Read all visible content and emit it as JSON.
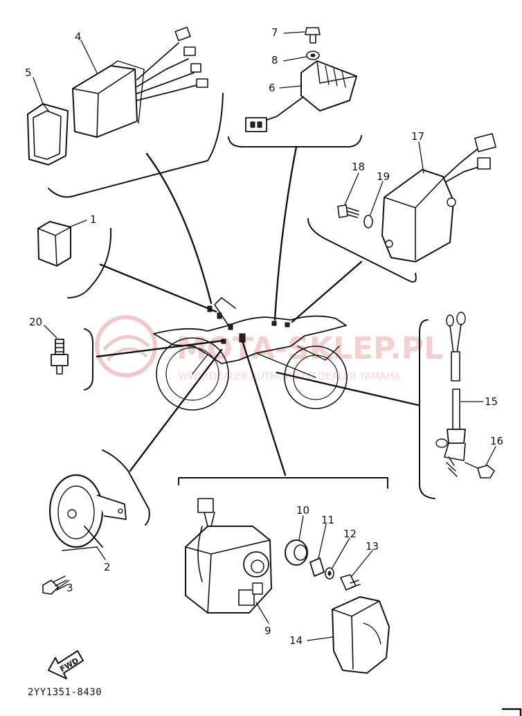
{
  "diagram": {
    "callouts": [
      "1",
      "2",
      "3",
      "4",
      "5",
      "6",
      "7",
      "8",
      "9",
      "10",
      "11",
      "12",
      "13",
      "14",
      "15",
      "16",
      "17",
      "18",
      "19",
      "20"
    ],
    "diagram_code": "2YY1351-8430",
    "fwd_label": "FWD",
    "watermark": {
      "main": "MOTA-SKLEP.PL",
      "sub": "WWW.DEALER.AUTHORIZED DEALER YAMAHA"
    }
  }
}
